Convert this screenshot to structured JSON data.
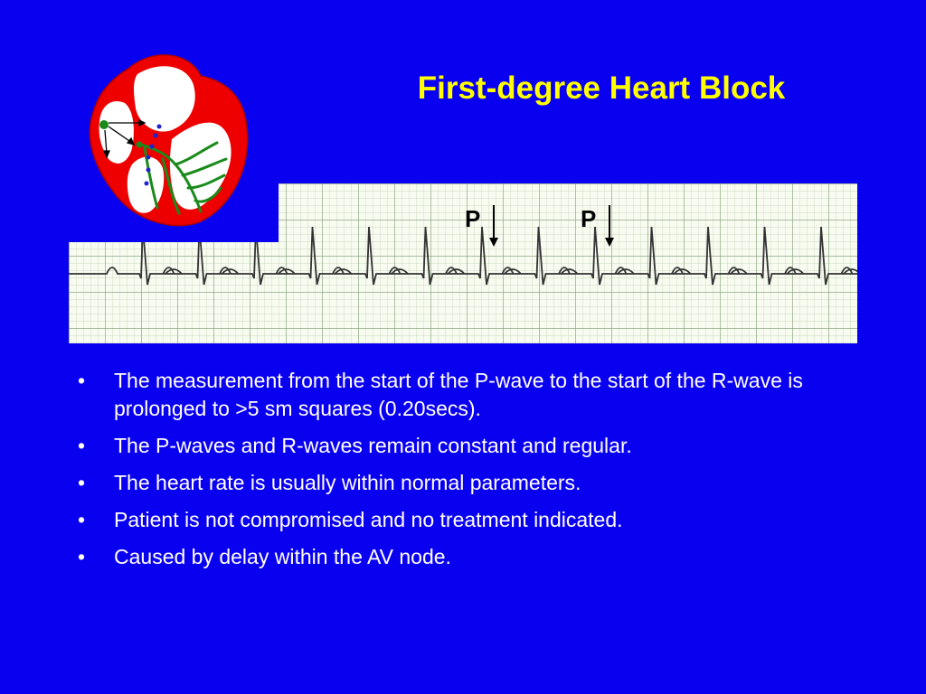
{
  "slide": {
    "title": "First-degree Heart Block",
    "bullets": [
      "The measurement from the start of the P-wave to the start of the R-wave is prolonged to >5 sm squares (0.20secs).",
      "The P-waves and R-waves remain constant and regular.",
      "The heart rate is usually within normal parameters.",
      "Patient is not compromised and no treatment indicated.",
      "Caused by delay within the AV node."
    ],
    "bullet_symbol": "•"
  },
  "ecg": {
    "p_labels": [
      "P",
      "P"
    ]
  },
  "colors": {
    "background": "#0a00f0",
    "title": "#ffff00",
    "text": "#ffffff",
    "heart_red": "#ee0000",
    "conduction_green": "#1a8a1a",
    "grid_fine": "#bfcfb0",
    "grid_major": "#7f9a73",
    "trace": "#333333"
  }
}
